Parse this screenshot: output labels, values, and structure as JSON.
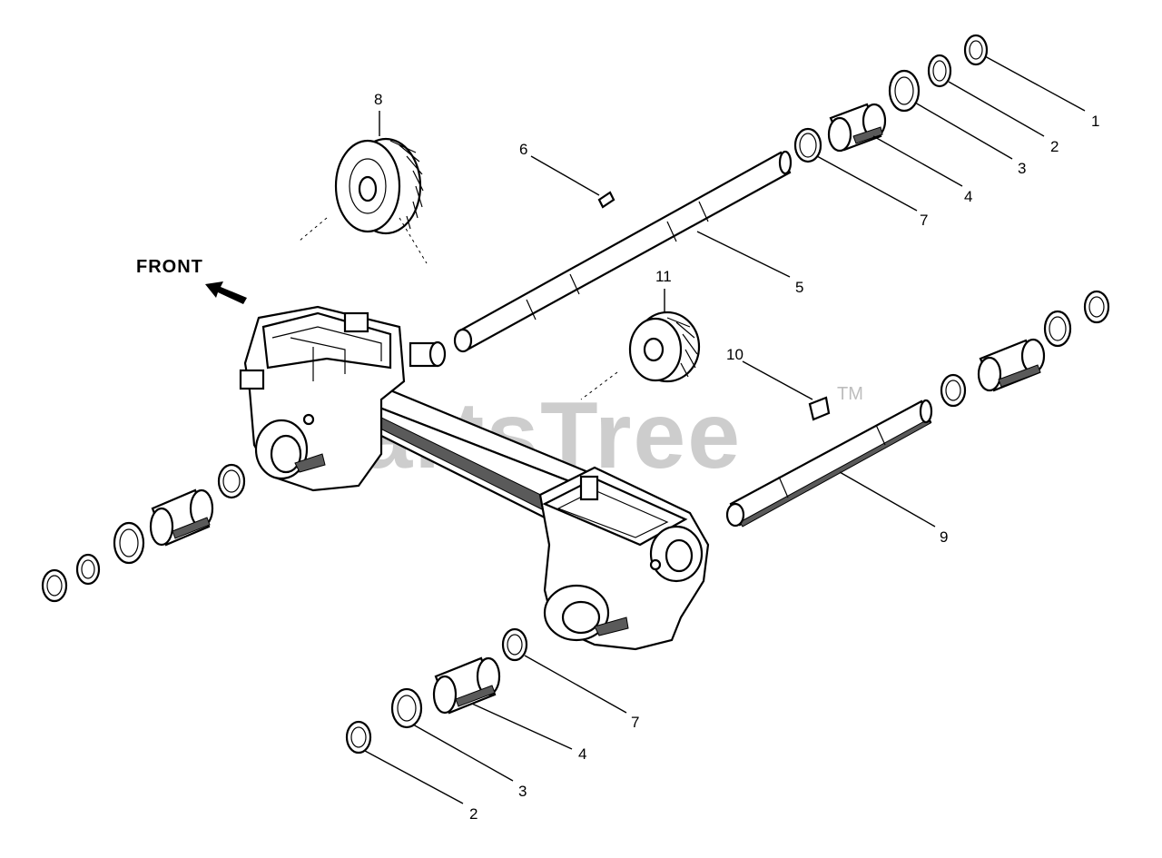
{
  "diagram": {
    "direction_label": "FRONT",
    "watermark": {
      "text": "PartsTree",
      "trademark": "TM"
    },
    "callouts": [
      {
        "id": "c1-top",
        "text": "1"
      },
      {
        "id": "c2-top",
        "text": "2"
      },
      {
        "id": "c3-top",
        "text": "3"
      },
      {
        "id": "c4-top",
        "text": "4"
      },
      {
        "id": "c7-top",
        "text": "7"
      },
      {
        "id": "c6",
        "text": "6"
      },
      {
        "id": "c8",
        "text": "8"
      },
      {
        "id": "c5",
        "text": "5"
      },
      {
        "id": "c11",
        "text": "11"
      },
      {
        "id": "c10",
        "text": "10"
      },
      {
        "id": "c9",
        "text": "9"
      },
      {
        "id": "c7-bottom",
        "text": "7"
      },
      {
        "id": "c4-bottom",
        "text": "4"
      },
      {
        "id": "c3-bottom",
        "text": "3"
      },
      {
        "id": "c2-bottom",
        "text": "2"
      }
    ],
    "colors": {
      "line": "#000000",
      "background": "#ffffff",
      "watermark": "#bdbdbd"
    }
  }
}
